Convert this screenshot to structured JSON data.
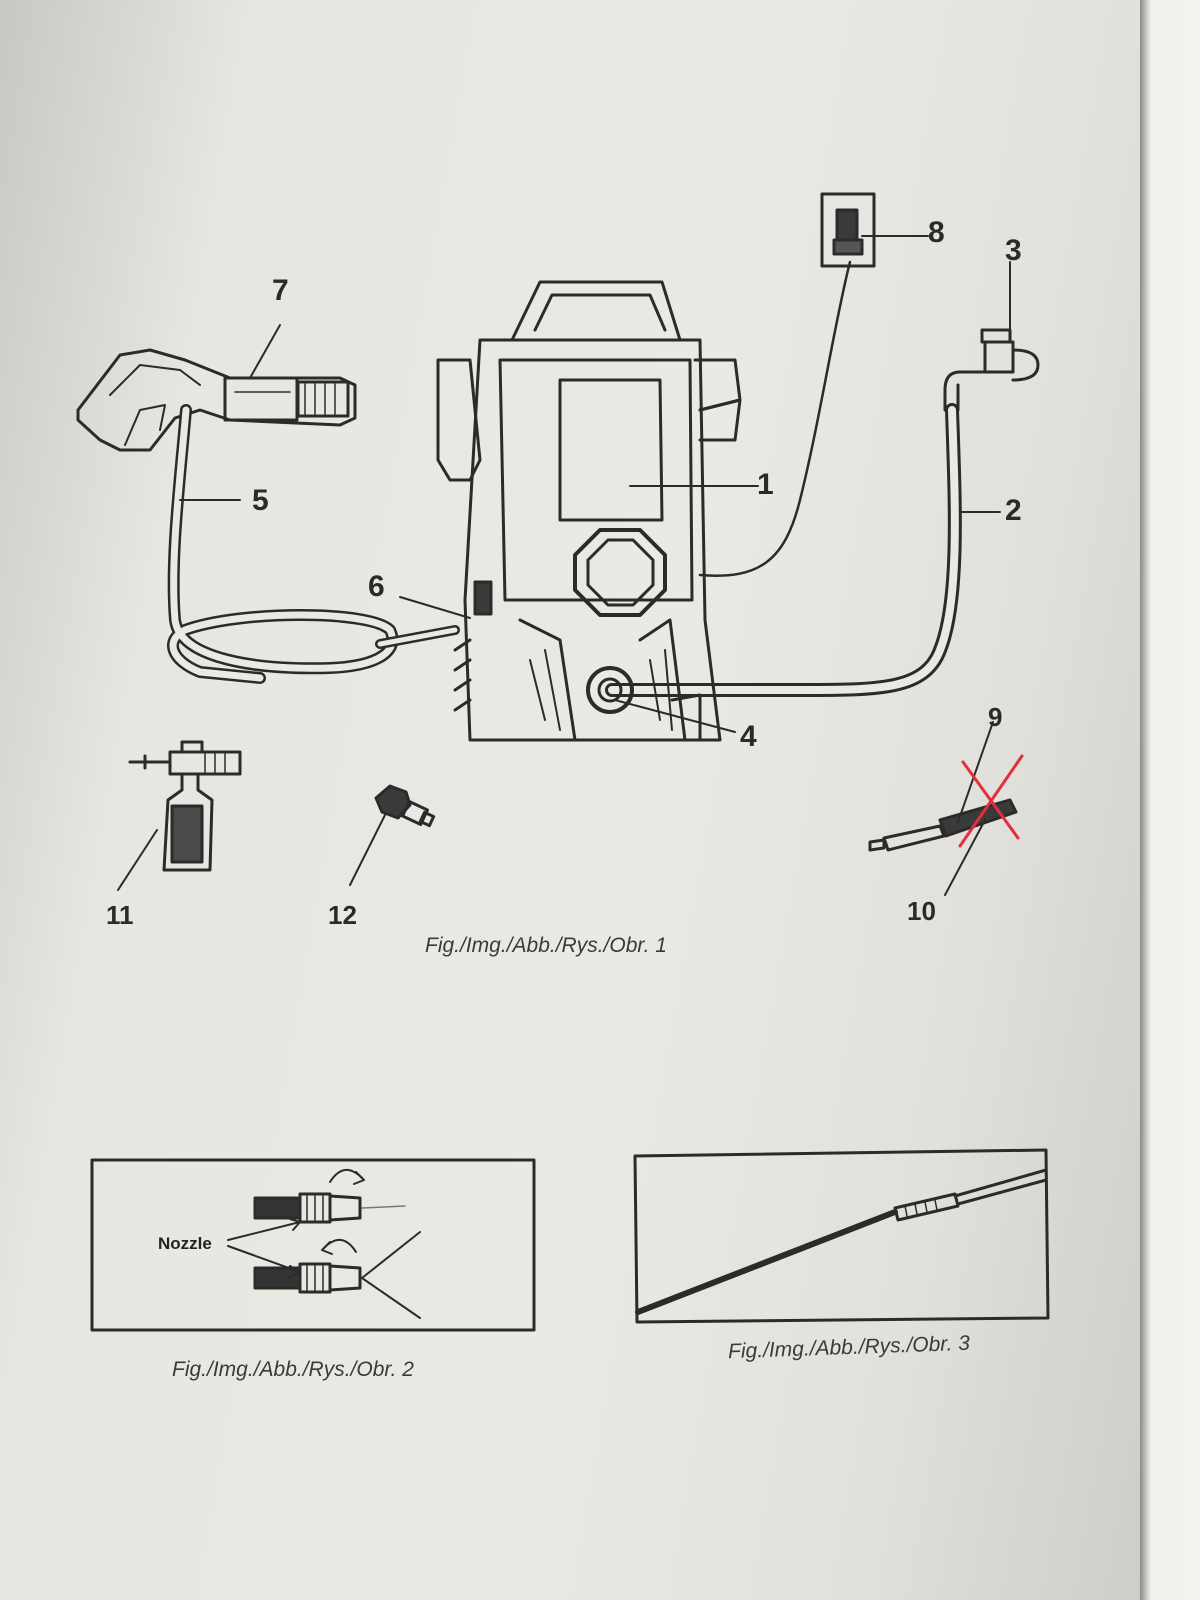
{
  "figure1": {
    "callouts": {
      "c1": "1",
      "c2": "2",
      "c3": "3",
      "c4": "4",
      "c5": "5",
      "c6": "6",
      "c7": "7",
      "c8": "8",
      "c9": "9",
      "c10": "10",
      "c11": "11",
      "c12": "12"
    },
    "caption": "Fig./Img./Abb./Rys./Obr. 1"
  },
  "figure2": {
    "nozzle_label": "Nozzle",
    "caption": "Fig./Img./Abb./Rys./Obr. 2"
  },
  "figure3": {
    "caption": "Fig./Img./Abb./Rys./Obr. 3"
  },
  "colors": {
    "ink": "#2b2b2b",
    "strike_mark": "#e0303a",
    "paper": "#e9e7e2"
  },
  "icons": [
    "pressure-washer",
    "spray-gun",
    "water-tap",
    "wall-socket",
    "foam-bottle",
    "adapter",
    "lance",
    "nozzle-rotate-arrow"
  ]
}
